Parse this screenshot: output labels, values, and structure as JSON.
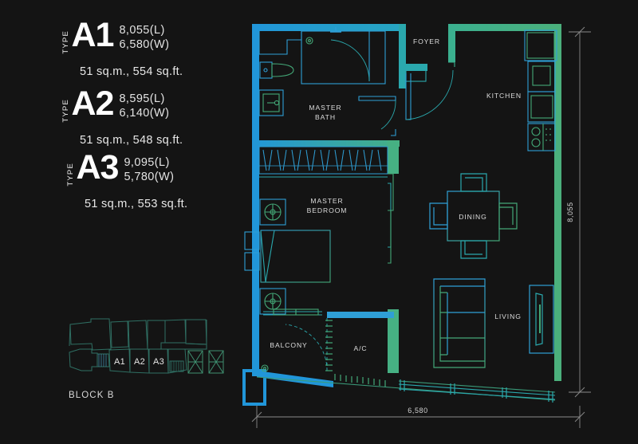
{
  "page": {
    "background": "#141414",
    "title": "Unit Type A1 / A2 / A3 Floor Plan"
  },
  "colors": {
    "wall_blue": "#2196d9",
    "wall_teal": "#2aa8ad",
    "wall_green": "#4bb07c",
    "furniture_blue": "#2f9fd6",
    "furniture_green": "#43a877",
    "text": "#e8e8e8",
    "label": "#dcdcdc",
    "dimension_line": "#8a8a8a",
    "keyplan_stroke": "#2f6f63"
  },
  "legend": {
    "types": [
      {
        "type_word": "TYPE",
        "code": "A1",
        "length": "8,055(L)",
        "width": "6,580(W)",
        "area": "51 sq.m., 554 sq.ft."
      },
      {
        "type_word": "TYPE",
        "code": "A2",
        "length": "8,595(L)",
        "width": "6,140(W)",
        "area": "51 sq.m., 548 sq.ft."
      },
      {
        "type_word": "TYPE",
        "code": "A3",
        "length": "9,095(L)",
        "width": "5,780(W)",
        "area": "51 sq.m., 553 sq.ft."
      }
    ]
  },
  "keyplan": {
    "block_label": "BLOCK B",
    "unit_labels": [
      "A1",
      "A2",
      "A3"
    ]
  },
  "floorplan": {
    "rooms": [
      {
        "id": "master-bath",
        "label": "MASTER\nBATH",
        "line1": "MASTER",
        "line2": "BATH"
      },
      {
        "id": "foyer",
        "label": "FOYER",
        "line1": "FOYER",
        "line2": ""
      },
      {
        "id": "kitchen",
        "label": "KITCHEN",
        "line1": "KITCHEN",
        "line2": ""
      },
      {
        "id": "master-bedroom",
        "label": "MASTER\nBEDROOM",
        "line1": "MASTER",
        "line2": "BEDROOM"
      },
      {
        "id": "dining",
        "label": "DINING",
        "line1": "DINING",
        "line2": ""
      },
      {
        "id": "living",
        "label": "LIVING",
        "line1": "LIVING",
        "line2": ""
      },
      {
        "id": "balcony",
        "label": "BALCONY",
        "line1": "BALCONY",
        "line2": ""
      },
      {
        "id": "ac-ledge",
        "label": "A/C",
        "line1": "A/C",
        "line2": ""
      }
    ],
    "dimensions": {
      "overall_height": "8,055",
      "overall_width": "6,580"
    },
    "fixtures": [
      "wc-toilet",
      "wash-basin",
      "shower-floor-drain",
      "shower-head",
      "kitchen-wall-cabinet",
      "kitchen-sink",
      "kitchen-counter",
      "cooker-hob",
      "dining-table",
      "dining-chair",
      "sofa",
      "tv-console",
      "bed",
      "bedside-table",
      "wardrobe",
      "balcony-floor-drain",
      "ac-louvre"
    ]
  }
}
